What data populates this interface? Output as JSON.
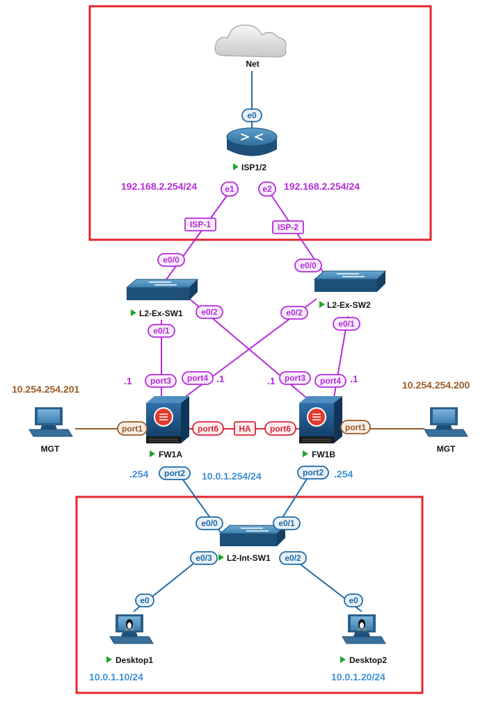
{
  "colors": {
    "frame_red": "#e3262c",
    "purple": "#b52bd9",
    "blue": "#1f6aa5",
    "blue_text": "#3b8fd6",
    "brown": "#9a5a26",
    "ha_red": "#d4283a",
    "run_green": "#22a32a"
  },
  "nodes": {
    "net": "Net",
    "isp": "ISP1/2",
    "sw1": "L2-Ex-SW1",
    "sw2": "L2-Ex-SW2",
    "fw1a": "FW1A",
    "fw1b": "FW1B",
    "mgt_left": "MGT",
    "mgt_right": "MGT",
    "intsw": "L2-Int-SW1",
    "desktop1": "Desktop1",
    "desktop2": "Desktop2"
  },
  "ips": {
    "isp_e1": "192.168.2.254/24",
    "isp_e2": "192.168.2.254/24",
    "mgt_left": "10.254.254.201",
    "mgt_right": "10.254.254.200",
    "fw1a_port3": ".1",
    "fw1a_port4": ".1",
    "fw1b_port3": ".1",
    "fw1b_port4": ".1",
    "fw1a_port2": ".254",
    "fw1b_port2": ".254",
    "inside_net": "10.0.1.254/24",
    "desktop1": "10.0.1.10/24",
    "desktop2": "10.0.1.20/24"
  },
  "ports": {
    "net_e0": "e0",
    "isp_e1": "e1",
    "isp_e2": "e2",
    "link_isp1": "ISP-1",
    "link_isp2": "ISP-2",
    "sw1_e00": "e0/0",
    "sw1_e02": "e0/2",
    "sw1_e01": "e0/1",
    "sw2_e00": "e0/0",
    "sw2_e02": "e0/2",
    "sw2_e01": "e0/1",
    "fw1a_port3": "port3",
    "fw1a_port4": "port4",
    "fw1b_port3": "port3",
    "fw1b_port4": "port4",
    "fw1a_port1": "port1",
    "fw1b_port1": "port1",
    "fw1a_port6": "port6",
    "fw1b_port6": "port6",
    "ha_link": "HA",
    "fw1a_port2": "port2",
    "fw1b_port2": "port2",
    "intsw_e00": "e0/0",
    "intsw_e01": "e0/1",
    "intsw_e03": "e0/3",
    "intsw_e02": "e0/2",
    "d1_e0": "e0",
    "d2_e0": "e0"
  }
}
